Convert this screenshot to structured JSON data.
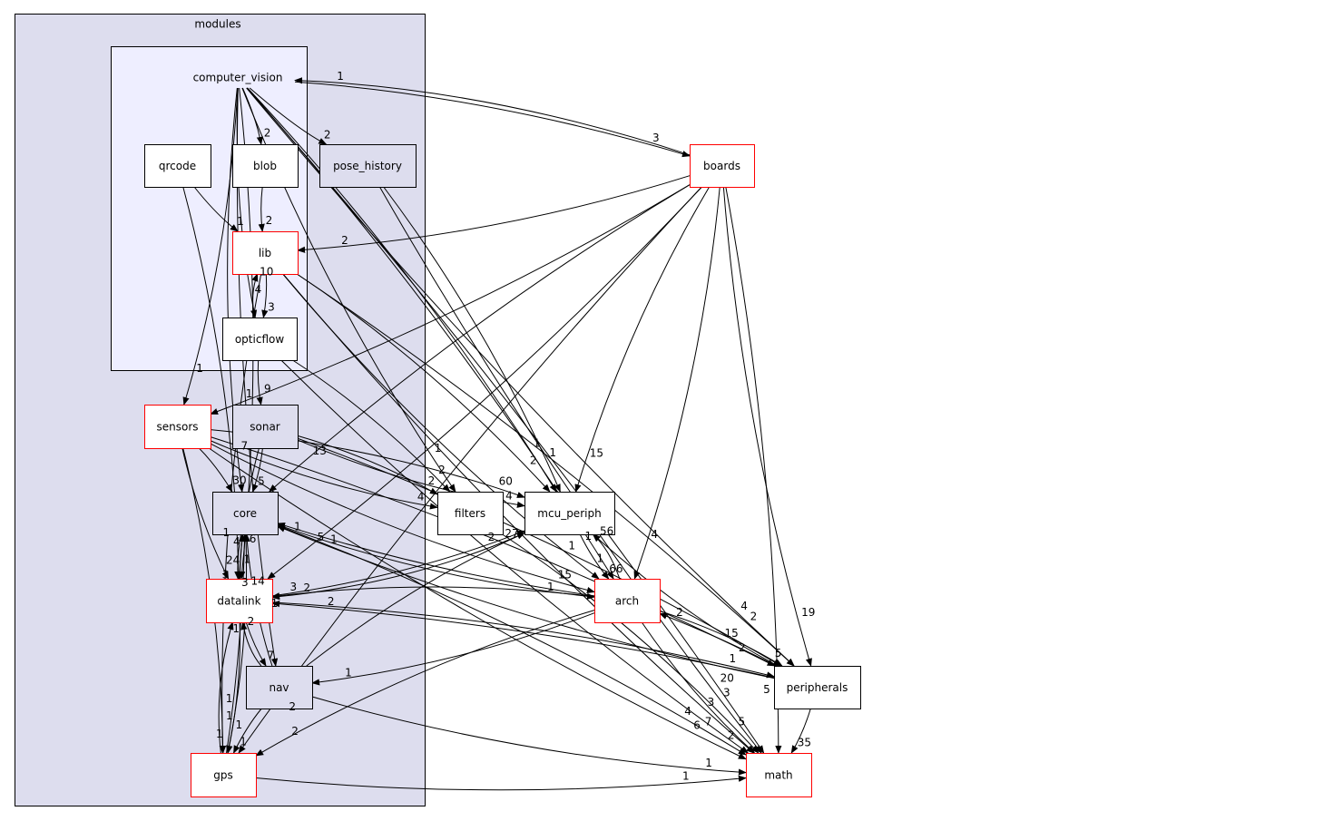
{
  "clusters": [
    {
      "id": "modules",
      "label": "modules",
      "fill": "#ddddee"
    },
    {
      "id": "computer_vision",
      "label": "computer_vision",
      "fill": "#eeeeff"
    }
  ],
  "nodes": [
    {
      "id": "qrcode",
      "label": "qrcode",
      "fill": "#ffffff",
      "border": "#000000"
    },
    {
      "id": "blob",
      "label": "blob",
      "fill": "#ffffff",
      "border": "#000000"
    },
    {
      "id": "pose_history",
      "label": "pose_history",
      "fill": "#ddddee",
      "border": "#000000"
    },
    {
      "id": "lib",
      "label": "lib",
      "fill": "#ffffff",
      "border": "#ff0000"
    },
    {
      "id": "opticflow",
      "label": "opticflow",
      "fill": "#ffffff",
      "border": "#000000"
    },
    {
      "id": "sensors",
      "label": "sensors",
      "fill": "#ffffff",
      "border": "#ff0000"
    },
    {
      "id": "sonar",
      "label": "sonar",
      "fill": "#ddddee",
      "border": "#000000"
    },
    {
      "id": "core",
      "label": "core",
      "fill": "#ddddee",
      "border": "#000000"
    },
    {
      "id": "datalink",
      "label": "datalink",
      "fill": "#ffffff",
      "border": "#ff0000"
    },
    {
      "id": "nav",
      "label": "nav",
      "fill": "#ddddee",
      "border": "#000000"
    },
    {
      "id": "gps",
      "label": "gps",
      "fill": "#ffffff",
      "border": "#ff0000"
    },
    {
      "id": "boards",
      "label": "boards",
      "fill": "#ffffff",
      "border": "#ff0000"
    },
    {
      "id": "filters",
      "label": "filters",
      "fill": "#ffffff",
      "border": "#000000"
    },
    {
      "id": "mcu_periph",
      "label": "mcu_periph",
      "fill": "#ffffff",
      "border": "#000000"
    },
    {
      "id": "arch",
      "label": "arch",
      "fill": "#ffffff",
      "border": "#ff0000"
    },
    {
      "id": "peripherals",
      "label": "peripherals",
      "fill": "#ffffff",
      "border": "#000000"
    },
    {
      "id": "math",
      "label": "math",
      "fill": "#ffffff",
      "border": "#ff0000"
    }
  ],
  "edges": [
    {
      "from": "computer_vision",
      "to": "blob",
      "label": "2"
    },
    {
      "from": "computer_vision",
      "to": "pose_history",
      "label": "2"
    },
    {
      "from": "computer_vision",
      "to": "boards",
      "label": "3"
    },
    {
      "from": "computer_vision",
      "to": "opticflow",
      "label": "4"
    },
    {
      "from": "computer_vision",
      "to": "sensors",
      "label": "1"
    },
    {
      "from": "computer_vision",
      "to": "core",
      "label": "7"
    },
    {
      "from": "computer_vision",
      "to": "datalink",
      "label": "6"
    },
    {
      "from": "computer_vision",
      "to": "nav",
      "label": "1"
    },
    {
      "from": "computer_vision",
      "to": "mcu_periph",
      "label": "1"
    },
    {
      "from": "computer_vision",
      "to": "filters",
      "label": "1"
    },
    {
      "from": "computer_vision",
      "to": "arch",
      "label": "1"
    },
    {
      "from": "computer_vision",
      "to": "peripherals",
      "label": "4"
    },
    {
      "from": "computer_vision",
      "to": "math",
      "label": "20"
    },
    {
      "from": "qrcode",
      "to": "lib",
      "label": "1"
    },
    {
      "from": "qrcode",
      "to": "datalink",
      "label": "1"
    },
    {
      "from": "blob",
      "to": "lib",
      "label": "2"
    },
    {
      "from": "pose_history",
      "to": "mcu_periph",
      "label": "1"
    },
    {
      "from": "pose_history",
      "to": "math",
      "label": "3"
    },
    {
      "from": "boards",
      "to": "lib",
      "label": "2"
    },
    {
      "from": "boards",
      "to": "computer_vision",
      "label": "1"
    },
    {
      "from": "boards",
      "to": "sensors",
      "label": "9"
    },
    {
      "from": "boards",
      "to": "core",
      "label": "13"
    },
    {
      "from": "boards",
      "to": "datalink",
      "label": "5"
    },
    {
      "from": "boards",
      "to": "mcu_periph",
      "label": "15"
    },
    {
      "from": "boards",
      "to": "arch",
      "label": "4"
    },
    {
      "from": "boards",
      "to": "peripherals",
      "label": "19"
    },
    {
      "from": "boards",
      "to": "math",
      "label": "5"
    },
    {
      "from": "boards",
      "to": "gps",
      "label": "2"
    },
    {
      "from": "lib",
      "to": "opticflow",
      "label": "3"
    },
    {
      "from": "lib",
      "to": "gps",
      "label": "1"
    },
    {
      "from": "lib",
      "to": "mcu_periph",
      "label": "2"
    },
    {
      "from": "lib",
      "to": "arch",
      "label": "1"
    },
    {
      "from": "lib",
      "to": "peripherals",
      "label": "2"
    },
    {
      "from": "lib",
      "to": "math",
      "label": "3"
    },
    {
      "from": "opticflow",
      "to": "lib",
      "label": "10"
    },
    {
      "from": "opticflow",
      "to": "sonar",
      "label": "1"
    },
    {
      "from": "opticflow",
      "to": "filters",
      "label": "2"
    },
    {
      "from": "opticflow",
      "to": "math",
      "label": "4"
    },
    {
      "from": "sensors",
      "to": "core",
      "label": "30"
    },
    {
      "from": "sensors",
      "to": "datalink",
      "label": "24"
    },
    {
      "from": "sensors",
      "to": "gps",
      "label": "1"
    },
    {
      "from": "sensors",
      "to": "filters",
      "label": "4"
    },
    {
      "from": "sensors",
      "to": "mcu_periph",
      "label": "60"
    },
    {
      "from": "sensors",
      "to": "arch",
      "label": "15"
    },
    {
      "from": "sensors",
      "to": "peripherals",
      "label": "15"
    },
    {
      "from": "sensors",
      "to": "math",
      "label": "6"
    },
    {
      "from": "sonar",
      "to": "core",
      "label": "5"
    },
    {
      "from": "sonar",
      "to": "datalink",
      "label": "1"
    },
    {
      "from": "sonar",
      "to": "filters",
      "label": "2"
    },
    {
      "from": "sonar",
      "to": "mcu_periph",
      "label": "4"
    },
    {
      "from": "sonar",
      "to": "peripherals",
      "label": "2"
    },
    {
      "from": "core",
      "to": "datalink",
      "label": "3"
    },
    {
      "from": "core",
      "to": "gps",
      "label": "1"
    },
    {
      "from": "core",
      "to": "arch",
      "label": "1"
    },
    {
      "from": "core",
      "to": "math",
      "label": "7"
    },
    {
      "from": "datalink",
      "to": "core",
      "label": "3"
    },
    {
      "from": "datalink",
      "to": "gps",
      "label": "1"
    },
    {
      "from": "datalink",
      "to": "mcu_periph",
      "label": "27"
    },
    {
      "from": "datalink",
      "to": "peripherals",
      "label": "1"
    },
    {
      "from": "datalink",
      "to": "nav",
      "label": "7"
    },
    {
      "from": "nav",
      "to": "datalink",
      "label": "2"
    },
    {
      "from": "nav",
      "to": "gps",
      "label": "1"
    },
    {
      "from": "nav",
      "to": "mcu_periph",
      "label": "2"
    },
    {
      "from": "nav",
      "to": "math",
      "label": "1"
    },
    {
      "from": "nav",
      "to": "core",
      "label": "4"
    },
    {
      "from": "gps",
      "to": "core",
      "label": "14"
    },
    {
      "from": "gps",
      "to": "datalink",
      "label": "1"
    },
    {
      "from": "gps",
      "to": "math",
      "label": "1"
    },
    {
      "from": "filters",
      "to": "math",
      "label": "5"
    },
    {
      "from": "mcu_periph",
      "to": "arch",
      "label": "66"
    },
    {
      "from": "mcu_periph",
      "to": "datalink",
      "label": "2"
    },
    {
      "from": "arch",
      "to": "mcu_periph",
      "label": "56"
    },
    {
      "from": "arch",
      "to": "core",
      "label": "1"
    },
    {
      "from": "arch",
      "to": "datalink",
      "label": "3"
    },
    {
      "from": "arch",
      "to": "nav",
      "label": "1"
    },
    {
      "from": "arch",
      "to": "gps",
      "label": "2"
    },
    {
      "from": "arch",
      "to": "peripherals",
      "label": "5"
    },
    {
      "from": "arch",
      "to": "math",
      "label": "2"
    },
    {
      "from": "peripherals",
      "to": "math",
      "label": "35"
    },
    {
      "from": "peripherals",
      "to": "arch",
      "label": "2"
    },
    {
      "from": "peripherals",
      "to": "mcu_periph",
      "label": "1"
    },
    {
      "from": "peripherals",
      "to": "datalink",
      "label": "2"
    },
    {
      "from": "peripherals",
      "to": "core",
      "label": "1"
    }
  ]
}
